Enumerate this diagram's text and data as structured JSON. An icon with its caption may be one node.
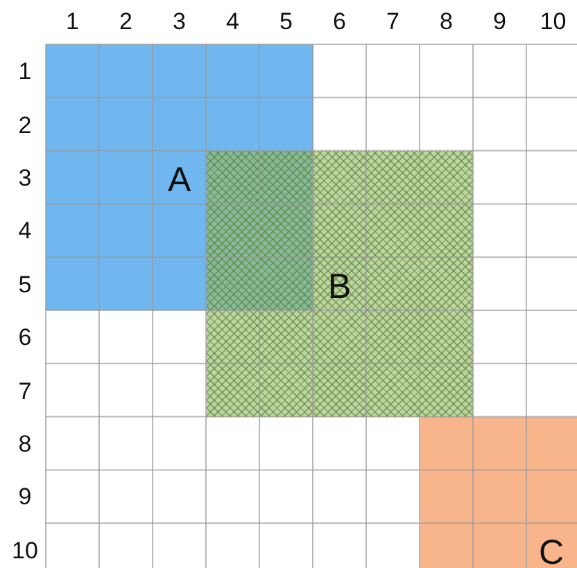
{
  "diagram": {
    "nodes": [
      {
        "text": [
          "A"
        ]
      },
      {
        "text": [
          "B"
        ]
      },
      {
        "text": [
          "C"
        ]
      }
    ],
    "labels": [
      "1",
      "2",
      "3",
      "4",
      "5",
      "6",
      "7",
      "8",
      "9",
      "10",
      "1",
      "2",
      "3",
      "4",
      "5",
      "6",
      "7",
      "8",
      "9",
      "10"
    ]
  }
}
